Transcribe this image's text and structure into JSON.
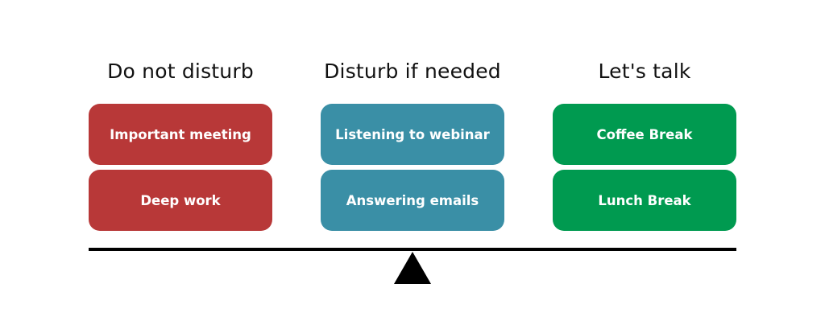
{
  "columns": [
    {
      "title": "Do not disturb",
      "color": "#b83838",
      "items": [
        "Important meeting",
        "Deep work"
      ]
    },
    {
      "title": "Disturb if needed",
      "color": "#3a8fa6",
      "items": [
        "Listening to webinar",
        "Answering emails"
      ]
    },
    {
      "title": "Let's talk",
      "color": "#009a50",
      "items": [
        "Coffee Break",
        "Lunch Break"
      ]
    }
  ],
  "beam_color": "#000000"
}
